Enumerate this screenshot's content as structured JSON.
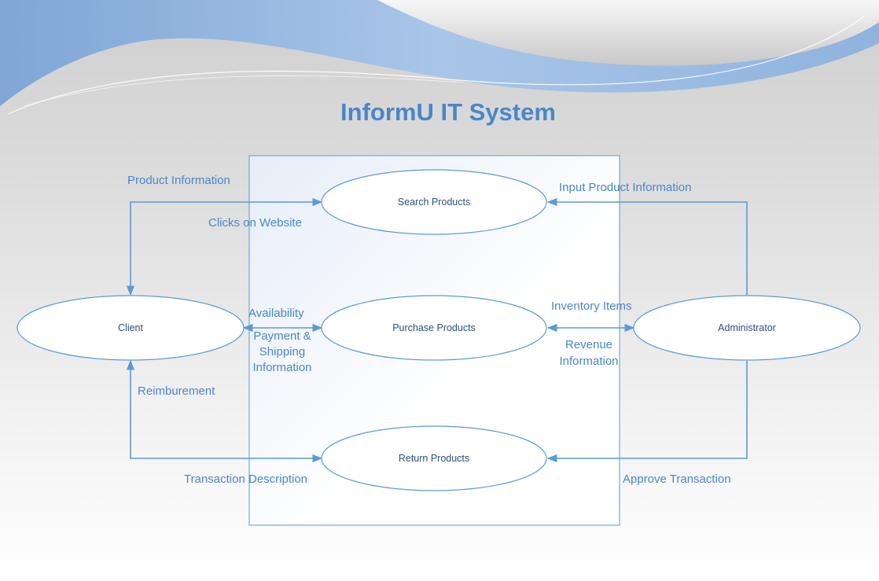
{
  "title": "InformU IT System",
  "actors": {
    "client": "Client",
    "administrator": "Administrator"
  },
  "use_cases": {
    "search_products": "Search Products",
    "purchase_products": "Purchase Products",
    "return_products": "Return Products"
  },
  "flows": {
    "product_information": "Product Information",
    "clicks_on_website": "Clicks on Website",
    "input_product_information": "Input Product Information",
    "availability": "Availability",
    "payment_shipping_information": "Payment &\nShipping\nInformation",
    "inventory_items": "Inventory Items",
    "revenue_information": "Revenue\nInformation",
    "reimbursement": "Reimburement",
    "transaction_description": "Transaction Description",
    "approve_transaction": "Approve Transaction"
  },
  "colors": {
    "accent": "#4a86c8",
    "line": "#5b9bd5",
    "node_text": "#2f4f7a"
  }
}
